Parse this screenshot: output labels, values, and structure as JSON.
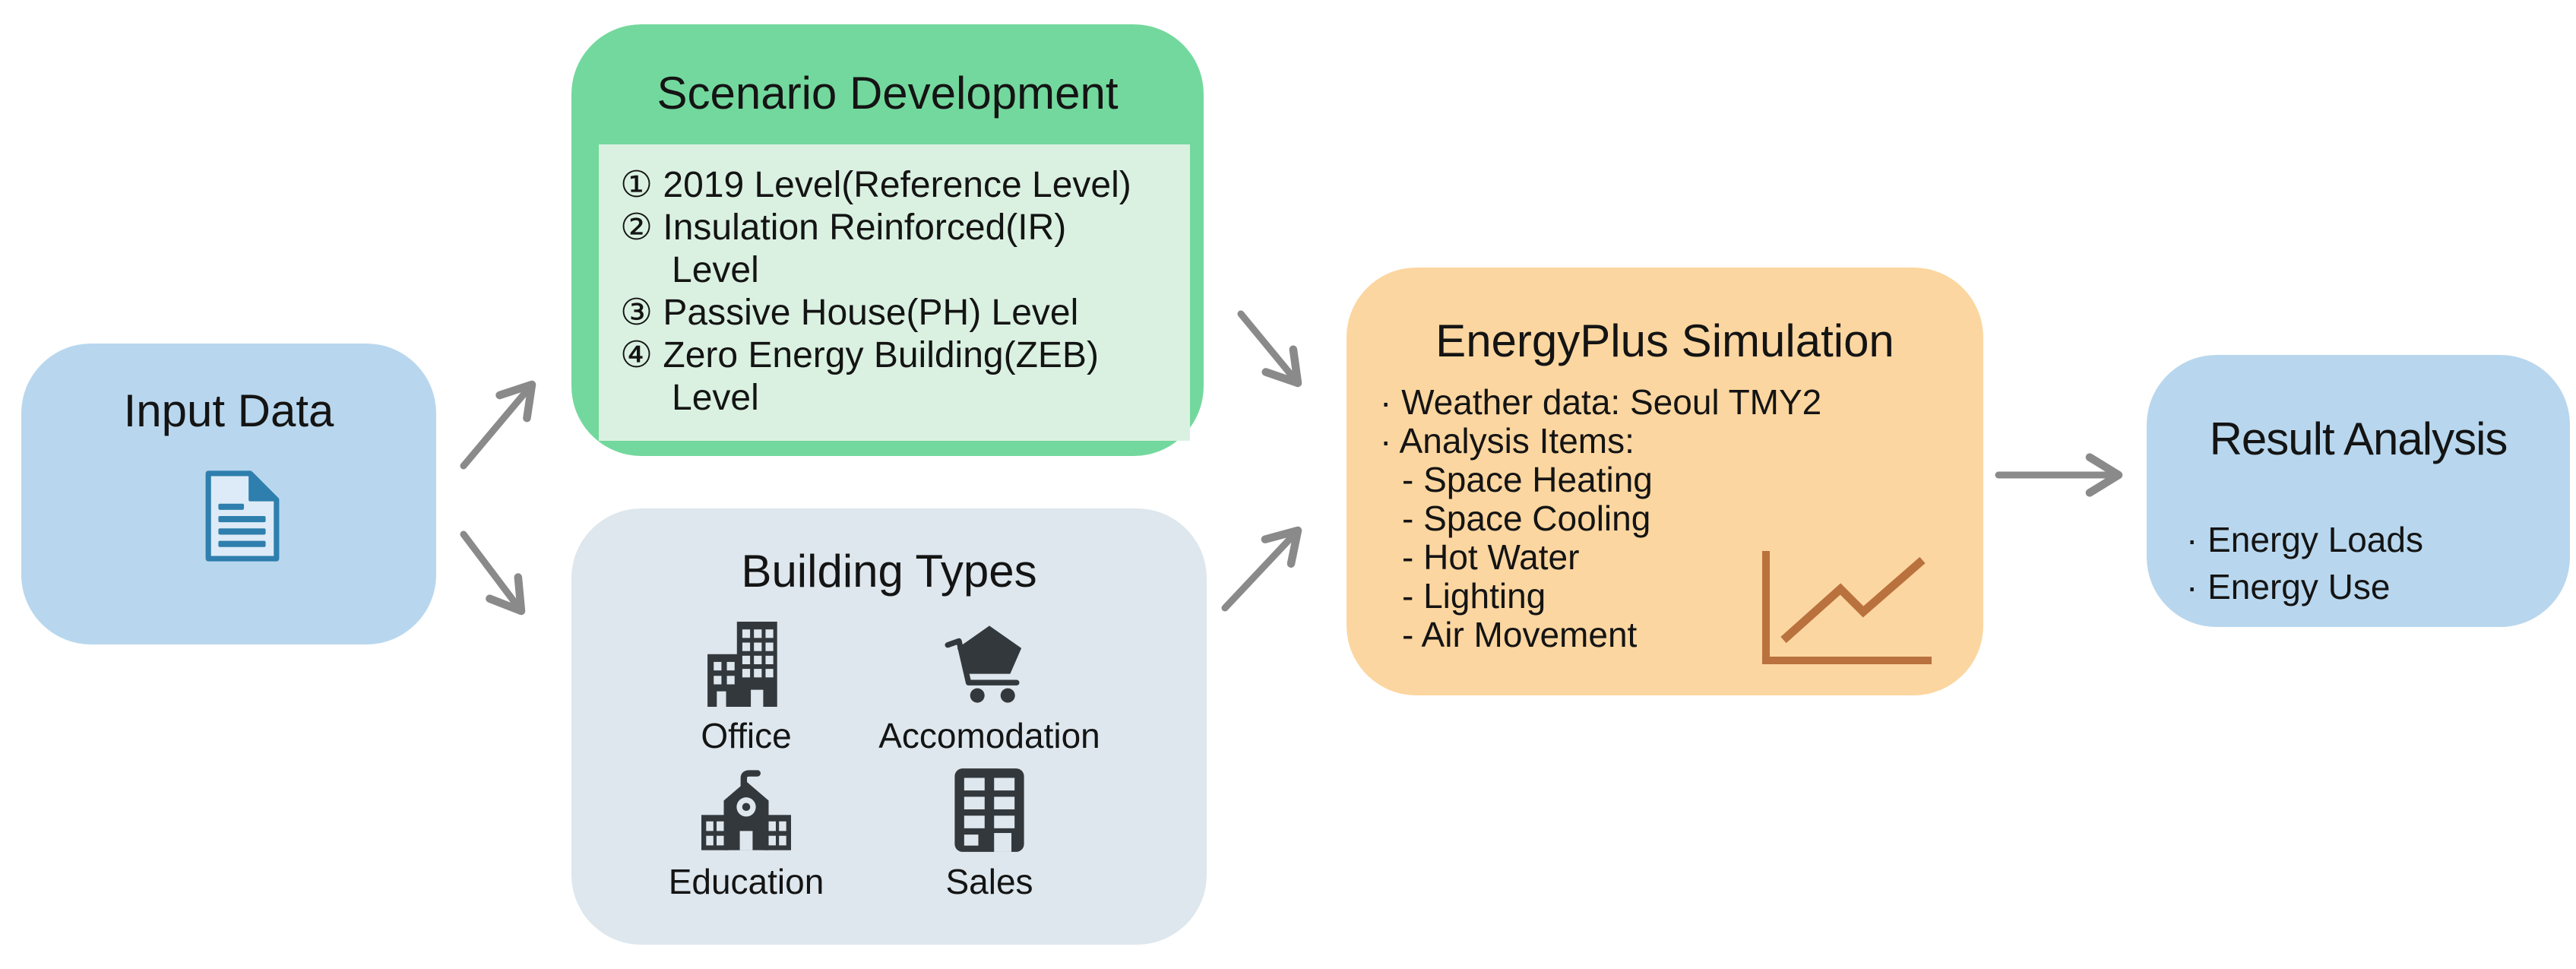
{
  "diagram": {
    "background_color": "#ffffff",
    "arrow_color": "#8a8a8a",
    "text_color": "#141414"
  },
  "input_box": {
    "title": "Input Data",
    "color": "#b8d7ee",
    "icon": "document-icon",
    "icon_stroke_color": "#2e7fad",
    "icon_fill_color": "#dcebf7"
  },
  "scenario_box": {
    "title": "Scenario Development",
    "color": "#73d89d",
    "panel_color": "#daf1e1",
    "lines": [
      "① 2019 Level(Reference Level)",
      "② Insulation Reinforced(IR)",
      "Level",
      "③ Passive House(PH) Level",
      "④ Zero Energy Building(ZEB)",
      "Level"
    ]
  },
  "building_box": {
    "title": "Building Types",
    "color": "#dde7ed",
    "icon_color": "#33383c",
    "items": [
      {
        "label": "Office",
        "icon": "office-building-icon"
      },
      {
        "label": "Accomodation",
        "icon": "shopping-cart-icon"
      },
      {
        "label": "Education",
        "icon": "school-icon"
      },
      {
        "label": "Sales",
        "icon": "sales-building-icon"
      }
    ]
  },
  "energyplus_box": {
    "title": "EnergyPlus Simulation",
    "color": "#fcd6a0",
    "icon": "line-chart-icon",
    "icon_color": "#b9713d",
    "lines": [
      "· Weather data: Seoul TMY2",
      "· Analysis Items:",
      "- Space Heating",
      "- Space Cooling",
      "- Hot Water",
      "- Lighting",
      "- Air Movement"
    ]
  },
  "result_box": {
    "title": "Result Analysis",
    "color": "#b8d7ee",
    "lines": [
      "· Energy Loads",
      "· Energy Use"
    ]
  }
}
